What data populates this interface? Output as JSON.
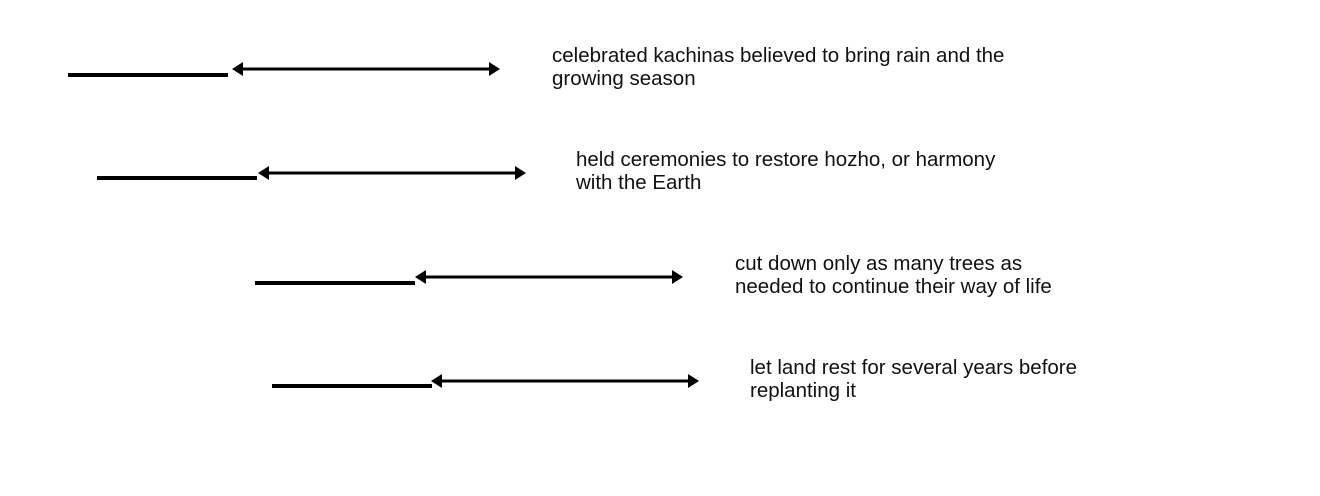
{
  "items": [
    {
      "line1": "celebrated kachinas believed to bring rain and the",
      "line2": "growing season",
      "answer": ""
    },
    {
      "line1": "held ceremonies to restore hozho, or harmony",
      "line2": "with the Earth",
      "answer": ""
    },
    {
      "line1": "cut down only as many trees as",
      "line2": "needed to continue their way of life",
      "answer": ""
    },
    {
      "line1": "let land rest for several years before",
      "line2": "replanting it",
      "answer": ""
    }
  ]
}
